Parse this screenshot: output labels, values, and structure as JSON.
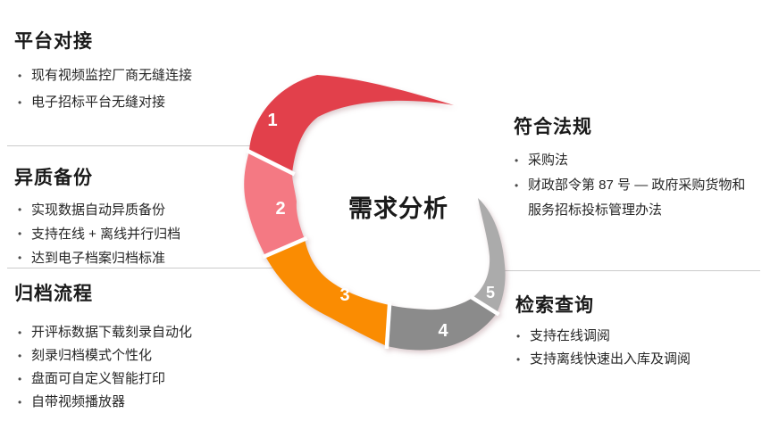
{
  "ui": {
    "bullet_char": "•"
  },
  "center_label": "需求分析",
  "ring": {
    "segments": [
      {
        "num": "1",
        "color": "#E2404B"
      },
      {
        "num": "2",
        "color": "#F47983"
      },
      {
        "num": "3",
        "color": "#FA8C02"
      },
      {
        "num": "4",
        "color": "#8B8B8B"
      },
      {
        "num": "5",
        "color": "#ABABAB"
      }
    ]
  },
  "sections": [
    {
      "title": "平台对接",
      "bullets": [
        "现有视频监控厂商无缝连接",
        "电子招标平台无缝对接"
      ]
    },
    {
      "title": "异质备份",
      "bullets": [
        "实现数据自动异质备份",
        "支持在线 + 离线并行归档",
        "达到电子档案归档标准"
      ]
    },
    {
      "title": "归档流程",
      "bullets": [
        "开评标数据下载刻录自动化",
        "刻录归档模式个性化",
        "盘面可自定义智能打印",
        "自带视频播放器"
      ]
    },
    {
      "title": "符合法规",
      "bullets": [
        "采购法",
        "财政部令第 87 号 — 政府采购货物和服务招标投标管理办法"
      ]
    },
    {
      "title": "检索查询",
      "bullets": [
        "支持在线调阅",
        "支持离线快速出入库及调阅"
      ]
    }
  ]
}
